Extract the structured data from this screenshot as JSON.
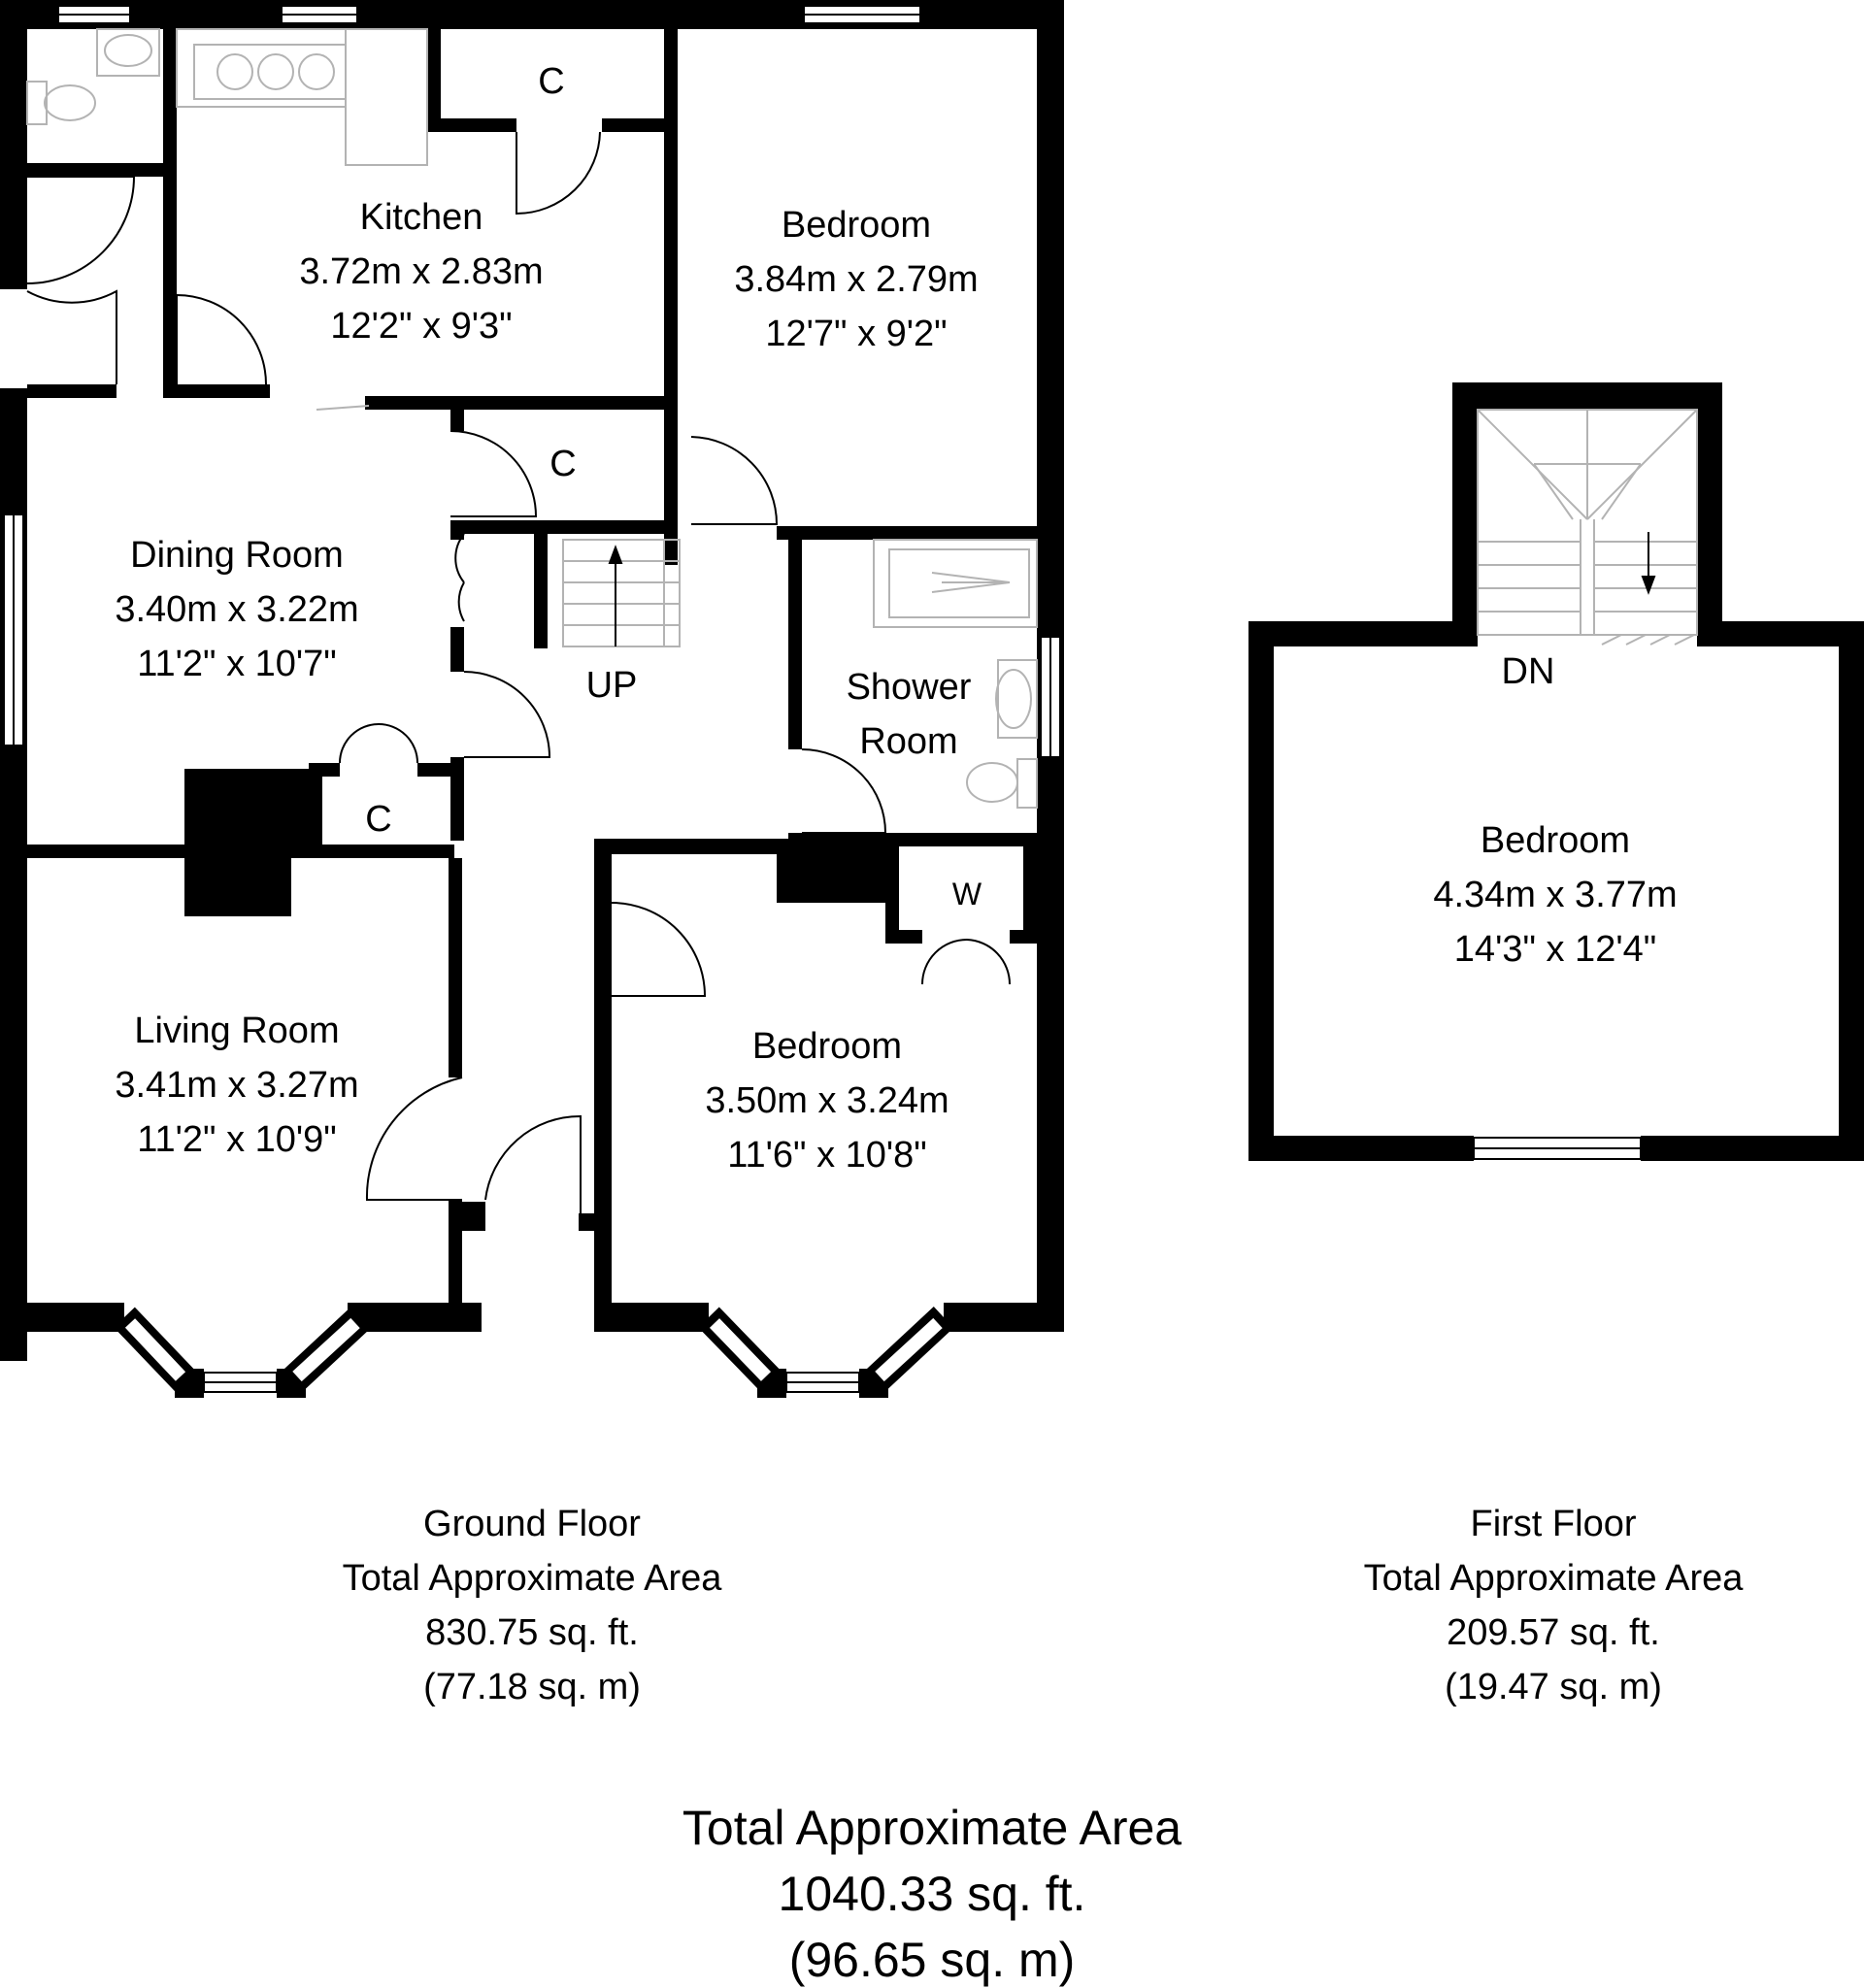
{
  "ground_floor": {
    "rooms": {
      "kitchen": {
        "name": "Kitchen",
        "metric": "3.72m x 2.83m",
        "imperial": "12'2\" x 9'3\""
      },
      "bedroom_rear": {
        "name": "Bedroom",
        "metric": "3.84m x 2.79m",
        "imperial": "12'7\" x 9'2\""
      },
      "dining": {
        "name": "Dining Room",
        "metric": "3.40m x 3.22m",
        "imperial": "11'2\" x 10'7\""
      },
      "shower": {
        "name_line1": "Shower",
        "name_line2": "Room"
      },
      "living": {
        "name": "Living Room",
        "metric": "3.41m x 3.27m",
        "imperial": "11'2\" x 10'9\""
      },
      "bedroom_front": {
        "name": "Bedroom",
        "metric": "3.50m x 3.24m",
        "imperial": "11'6\" x 10'8\""
      }
    },
    "cupboard_label": "C",
    "wardrobe_label": "W",
    "stairs_label": "UP",
    "area": {
      "title": "Ground Floor",
      "subtitle": "Total Approximate Area",
      "sqft": "830.75 sq. ft.",
      "sqm": "(77.18 sq. m)"
    }
  },
  "first_floor": {
    "bedroom": {
      "name": "Bedroom",
      "metric": "4.34m x 3.77m",
      "imperial": "14'3\" x 12'4\""
    },
    "stairs_label": "DN",
    "area": {
      "title": "First Floor",
      "subtitle": "Total Approximate Area",
      "sqft": "209.57 sq. ft.",
      "sqm": "(19.47 sq. m)"
    }
  },
  "total": {
    "title": "Total Approximate Area",
    "sqft": "1040.33 sq. ft.",
    "sqm": "(96.65 sq. m)"
  },
  "colors": {
    "wall": "#000000",
    "background": "#ffffff",
    "fixture": "#b3b3b3"
  }
}
